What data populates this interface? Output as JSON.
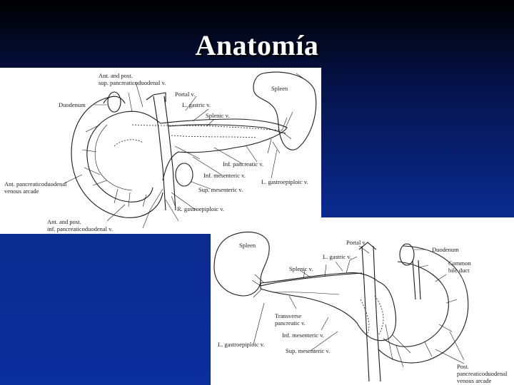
{
  "slide": {
    "title": "Anatomía",
    "colors": {
      "background_top": "#000000",
      "background_bottom": "#0b2f9e",
      "title": "#ffffff"
    }
  },
  "top_diagram": {
    "labels": {
      "ant_post_sup": [
        "Ant. and post.",
        "sup. pancreaticoduodenal v."
      ],
      "portal": "Portal v.",
      "l_gastric": "L. gastric v.",
      "splenic": "Splenic v.",
      "spleen": "Spleen",
      "duodenum": "Duodenum",
      "inf_pancreatic": "Inf. pancreatic v.",
      "inf_mesenteric": "Inf. mesenteric v.",
      "l_gastroepiploic": "L. gastroepiploic v.",
      "ant_arcade": [
        "Ant. pancreaticoduodenal",
        "venous arcade"
      ],
      "sup_mesenteric": "Sup. mesenteric v.",
      "r_gastroepiploic": "R. gastroepiploic v.",
      "ant_post_inf": [
        "Ant. and post.",
        "inf. pancreaticoduodenal v."
      ]
    }
  },
  "bottom_diagram": {
    "labels": {
      "portal": "Portal v.",
      "spleen": "Spleen",
      "duodenum": "Duodenum",
      "l_gastric": "L. gastric v.",
      "common_bile": [
        "Common",
        "bile duct"
      ],
      "splenic": "Splenic v.",
      "transverse": [
        "Transverse",
        "pancreatic v."
      ],
      "inf_mesenteric": "Inf. mesenteric v.",
      "l_gastroepiploic": "L. gastroepiploic v.",
      "sup_mesenteric": "Sup. mesenteric v.",
      "post_arcade": [
        "Post.",
        "pancreaticoduodenal",
        "venous arcade"
      ]
    }
  }
}
